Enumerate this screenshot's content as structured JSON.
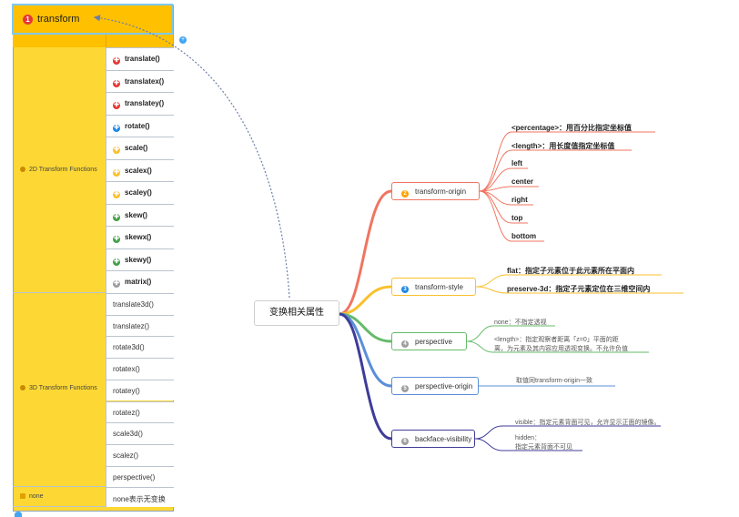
{
  "table": {
    "header_num": "1",
    "header_title": "transform",
    "groups": [
      {
        "label": "2D Transform Functions"
      },
      {
        "label": "3D Transform Functions"
      },
      {
        "label": "none"
      }
    ],
    "functions_2d": [
      {
        "label": "translate()",
        "color": "#e53935"
      },
      {
        "label": "translatex()",
        "color": "#e53935"
      },
      {
        "label": "translatey()",
        "color": "#e53935"
      },
      {
        "label": "rotate()",
        "color": "#1e88e5"
      },
      {
        "label": "scale()",
        "color": "#fbc02d"
      },
      {
        "label": "scalex()",
        "color": "#fbc02d"
      },
      {
        "label": "scaley()",
        "color": "#fbc02d"
      },
      {
        "label": "skew()",
        "color": "#43a047"
      },
      {
        "label": "skewx()",
        "color": "#43a047"
      },
      {
        "label": "skewy()",
        "color": "#43a047"
      },
      {
        "label": "matrix()",
        "color": "#9e9e9e"
      }
    ],
    "functions_3d": [
      "translate3d()",
      "translatez()",
      "rotate3d()",
      "rotatex()",
      "rotatey()",
      "rotatez()",
      "scale3d()",
      "scalez()",
      "perspective()"
    ],
    "none_desc": "none表示无变换"
  },
  "mindmap": {
    "root": "变换相关属性",
    "branches": [
      {
        "num": "2",
        "label": "transform-origin",
        "color": "#f07560",
        "badge": "#ffa000",
        "children": [
          "<percentage>：用百分比指定坐标值",
          "<length>：用长度值指定坐标值",
          "left",
          "center",
          "right",
          "top",
          "bottom"
        ]
      },
      {
        "num": "3",
        "label": "transform-style",
        "color": "#fbc02d",
        "badge": "#1e88e5",
        "children": [
          "flat：指定子元素位于此元素所在平面内",
          "preserve-3d：指定子元素定位在三维空间内"
        ]
      },
      {
        "num": "4",
        "label": "perspective",
        "color": "#66bb6a",
        "badge": "#9e9e9e",
        "children": [
          "none：不指定透视",
          "<length>：指定观察者距离「z=0」平面的距",
          "离，为元素及其内容应用透视变换。不允许负值"
        ]
      },
      {
        "num": "5",
        "label": "perspective-origin",
        "color": "#5b8fd8",
        "badge": "#9e9e9e",
        "children": [
          "取值同transform-origin一致"
        ]
      },
      {
        "num": "6",
        "label": "backface-visibility",
        "color": "#3f3c9a",
        "badge": "#9e9e9e",
        "children": [
          "visible：指定元素背面可见，允许显示正面的镜像。",
          "hidden：",
          "指定元素背面不可见"
        ]
      }
    ]
  }
}
